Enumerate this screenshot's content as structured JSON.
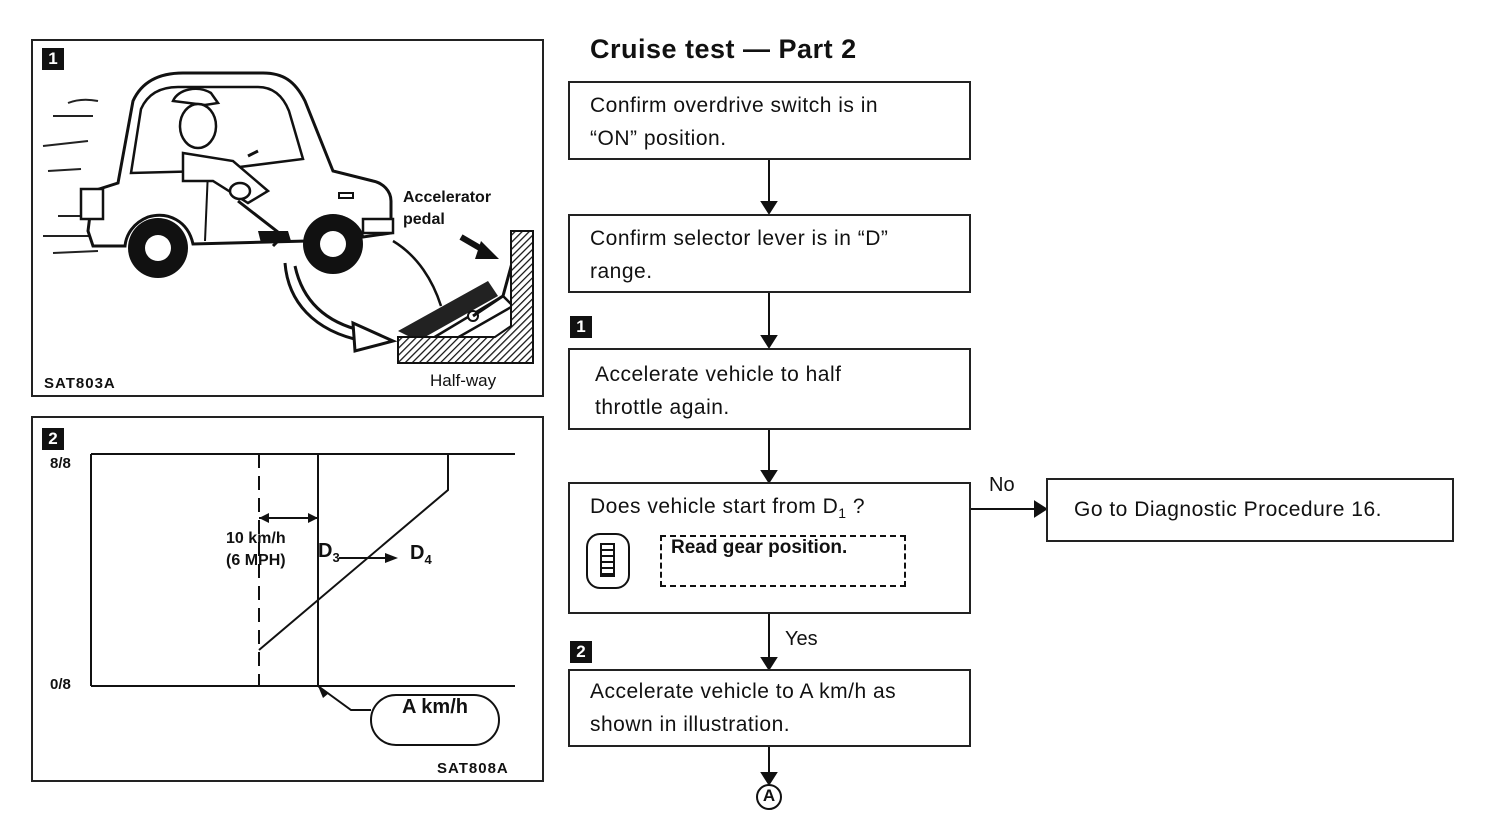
{
  "title": "Cruise test — Part 2",
  "panel1": {
    "badge": "1",
    "label_line1": "Accelerator",
    "label_line2": "pedal",
    "code": "SAT803A",
    "caption": "Half-way"
  },
  "panel2": {
    "badge": "2",
    "y_top": "8/8",
    "y_bottom": "0/8",
    "speed_line1": "10 km/h",
    "speed_line2": "(6 MPH)",
    "d3_main": "D",
    "d3_sub": "3",
    "d4_main": "D",
    "d4_sub": "4",
    "callout": "A km/h",
    "code": "SAT808A"
  },
  "flow": {
    "step1": {
      "line1": "Confirm overdrive switch is in",
      "line2": "“ON” position."
    },
    "step2": {
      "line1": "Confirm selector lever is in “D”",
      "line2": "range."
    },
    "step3": {
      "badge": "1",
      "line1": "Accelerate vehicle to half",
      "line2": "throttle again."
    },
    "step4": {
      "question": "Does vehicle start from D",
      "question_sub": "1",
      "question_end": " ?",
      "inner": "Read gear position."
    },
    "no_label": "No",
    "no_target": "Go to Diagnostic Procedure 16.",
    "yes_label": "Yes",
    "step5": {
      "badge": "2",
      "line1": "Accelerate vehicle to A km/h as",
      "line2": "shown in illustration."
    },
    "connector": "A"
  }
}
